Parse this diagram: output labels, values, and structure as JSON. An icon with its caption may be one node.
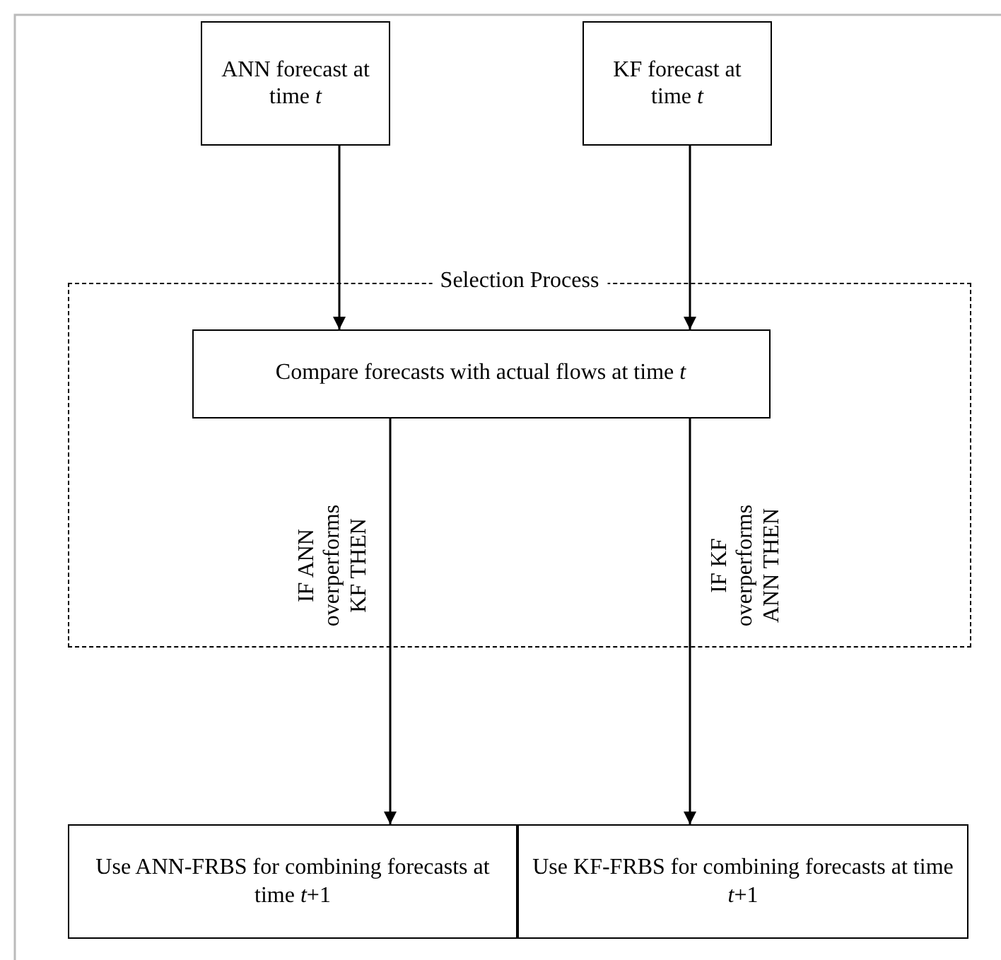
{
  "diagram": {
    "nodes": [
      {
        "text": [
          "ANN forecast at time *t*"
        ]
      },
      {
        "text": [
          "KF forecast at time *t*"
        ]
      },
      {
        "text": [
          "Selection Process"
        ]
      },
      {
        "text": [
          "Compare forecasts with actual flows at time *t*"
        ],
        "in": 2
      },
      {
        "text": [
          "Use ANN-FRBS for combining forecasts at time *t*+1"
        ]
      },
      {
        "text": [
          "Use KF-FRBS for combining forecasts at time *t*+1"
        ]
      }
    ],
    "edges": [
      {
        "from": 0,
        "to": 3,
        "arrow": "to"
      },
      {
        "from": 1,
        "to": 3,
        "arrow": "to"
      },
      {
        "from": 3,
        "to": 4,
        "arrow": "to",
        "label": "IF ANN overperforms KF THEN"
      },
      {
        "from": 3,
        "to": 5,
        "arrow": "to",
        "label": "IF KF overperforms ANN THEN"
      }
    ]
  }
}
